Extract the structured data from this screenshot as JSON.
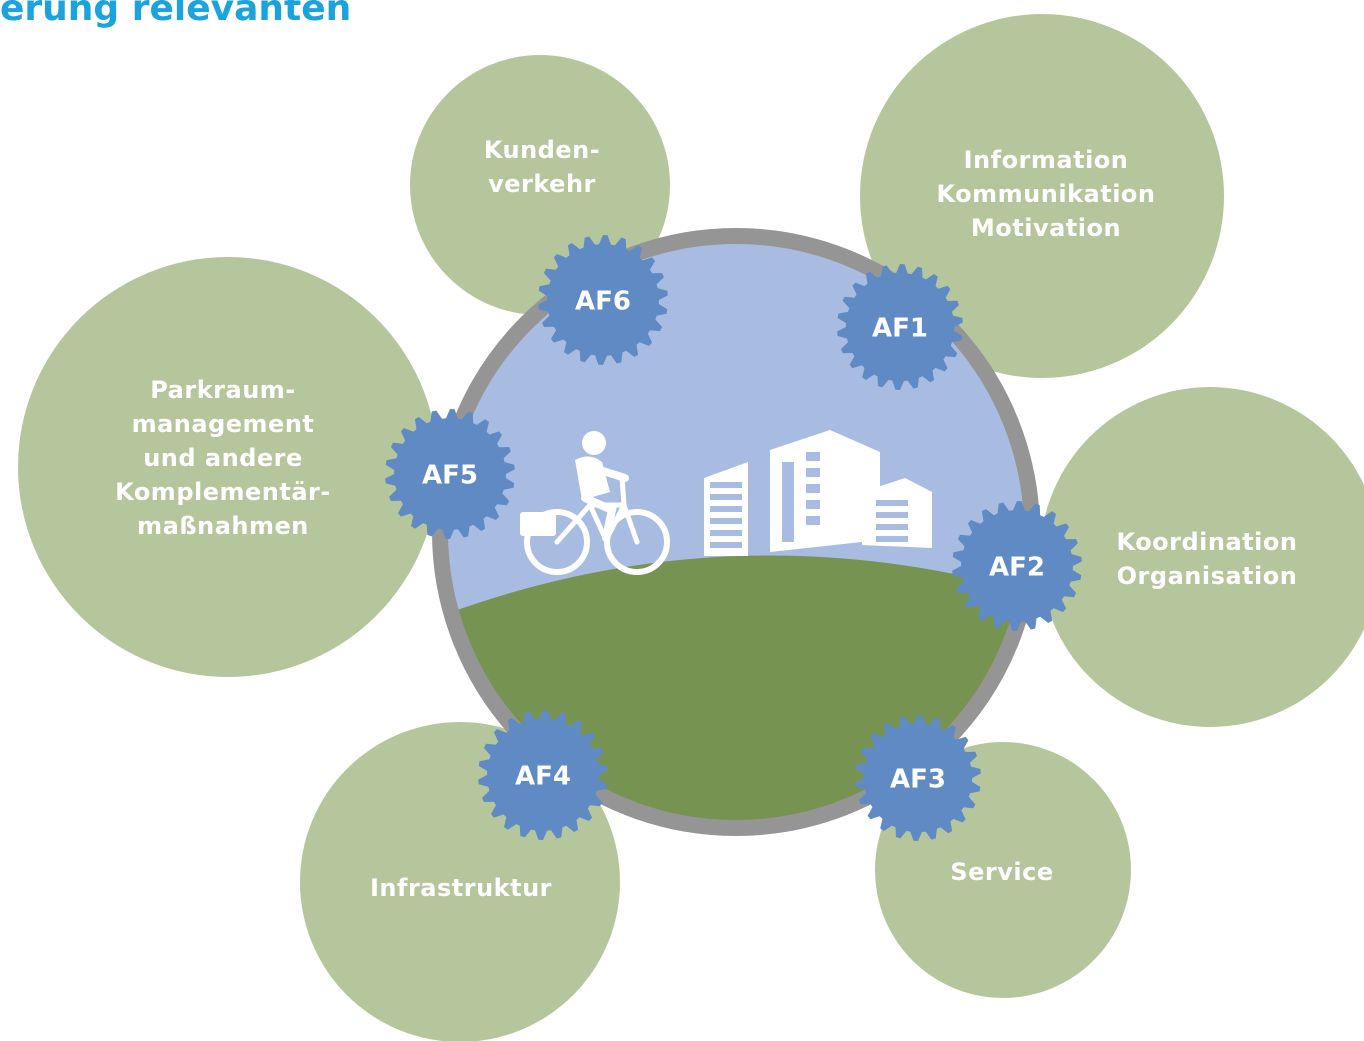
{
  "title": "erung relevanten",
  "colors": {
    "title": "#1aa3dc",
    "bubble": "#b5c59c",
    "gear": "#5f8ac4",
    "ring": "#959595",
    "sky": "#a8bce2",
    "hill": "#769352",
    "text": "#ffffff"
  },
  "hub": {
    "icons": [
      "cyclist-icon",
      "buildings-icon"
    ]
  },
  "fields": [
    {
      "id": "AF1",
      "lines": [
        "Information",
        "Kommunikation",
        "Motivation"
      ]
    },
    {
      "id": "AF2",
      "lines": [
        "Koordination",
        "Organisation"
      ]
    },
    {
      "id": "AF3",
      "lines": [
        "Service"
      ]
    },
    {
      "id": "AF4",
      "lines": [
        "Infrastruktur"
      ]
    },
    {
      "id": "AF5",
      "lines": [
        "Parkraum-",
        "management",
        "und andere",
        "Komplementär-",
        "maßnahmen"
      ]
    },
    {
      "id": "AF6",
      "lines": [
        "Kunden-",
        "verkehr"
      ]
    }
  ]
}
